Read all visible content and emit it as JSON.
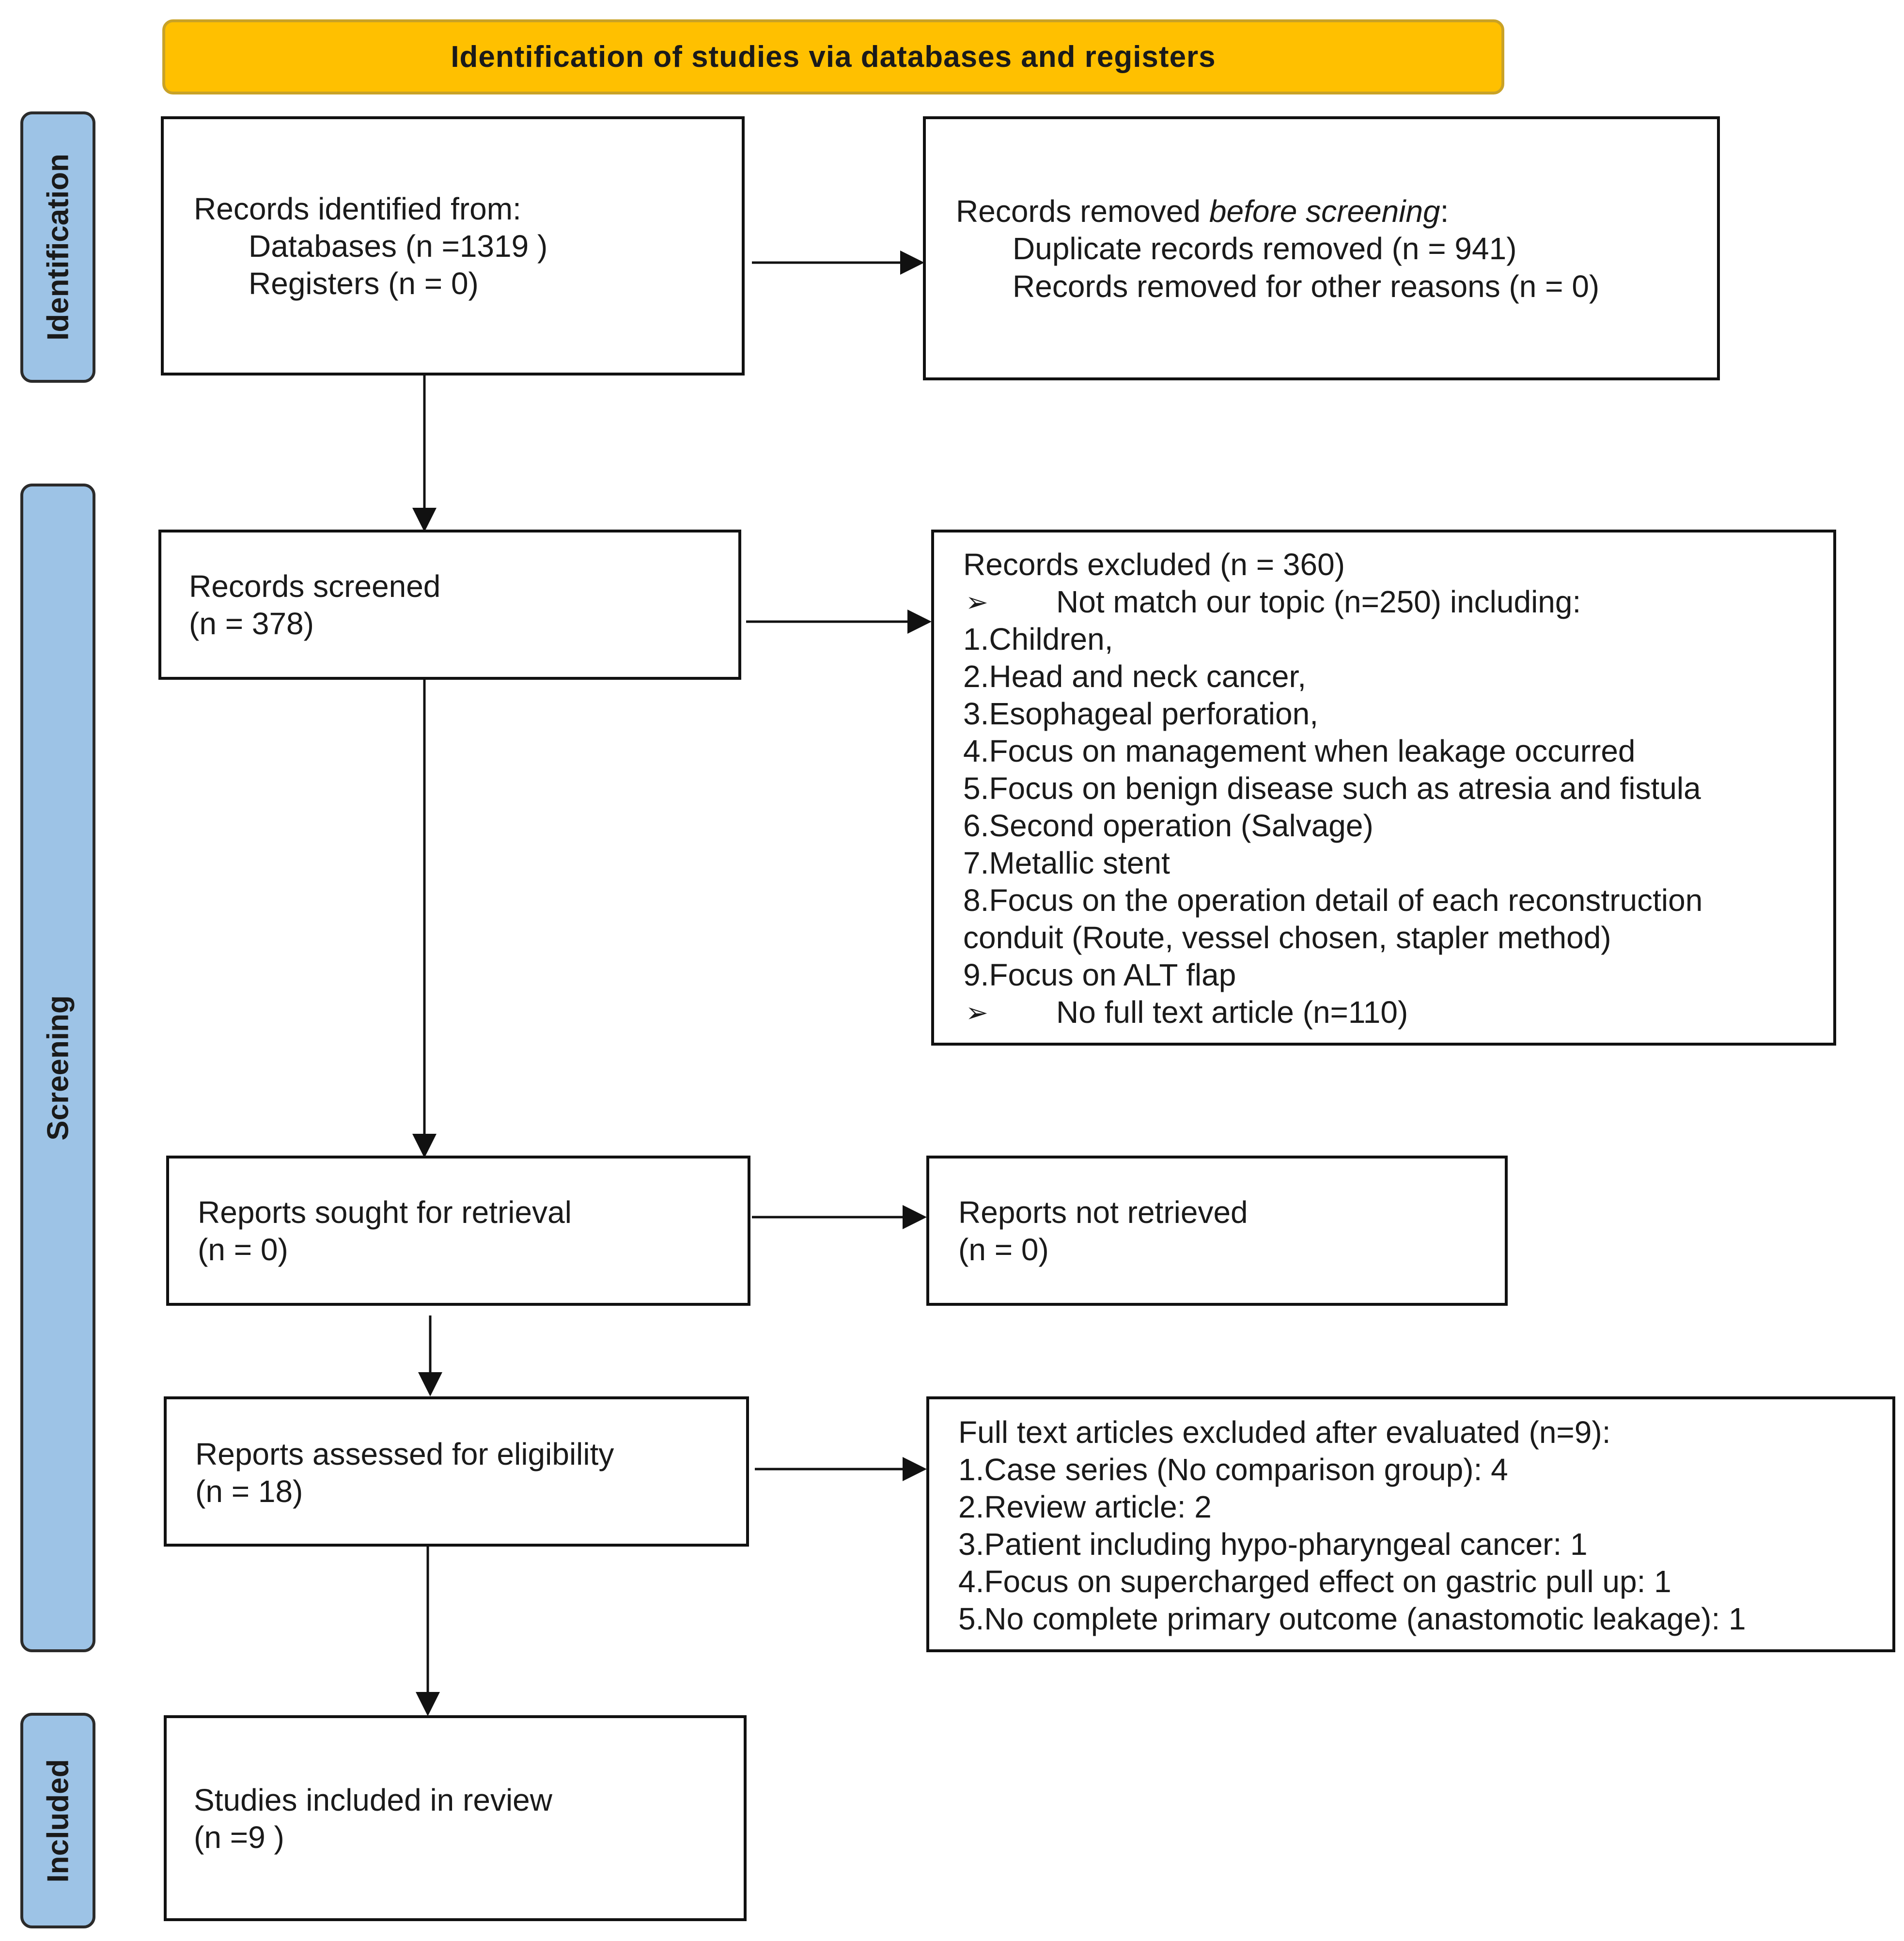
{
  "banner": {
    "title": "Identification of studies via databases and registers"
  },
  "phases": {
    "identification": "Identification",
    "screening": "Screening",
    "included": "Included"
  },
  "identified": {
    "heading": "Records identified from:",
    "databases": "Databases (n =1319 )",
    "registers": "Registers (n = 0)"
  },
  "removed": {
    "heading_pre": "Records removed ",
    "heading_em": "before screening",
    "heading_post": ":",
    "duplicates": "Duplicate records removed (n = 941)",
    "other": "Records removed for other reasons (n = 0)"
  },
  "screened": {
    "label": "Records screened",
    "count": "(n = 378)"
  },
  "excluded": {
    "heading": "Records excluded (n = 360)",
    "bullet_glyph": "➢",
    "topic": "Not match our topic (n=250) including:",
    "items": [
      "1.Children,",
      "2.Head and neck cancer,",
      "3.Esophageal perforation,",
      "4.Focus on management when leakage occurred",
      "5.Focus on benign disease such as atresia and fistula",
      "6.Second operation (Salvage)",
      "7.Metallic stent",
      "8.Focus on the operation detail of each reconstruction",
      "conduit (Route, vessel chosen, stapler method)",
      "9.Focus on ALT flap"
    ],
    "nofull": "No full text article (n=110)"
  },
  "sought": {
    "label": "Reports sought for retrieval",
    "count": "(n = 0)"
  },
  "not_retrieved": {
    "label": "Reports not retrieved",
    "count": "(n = 0)"
  },
  "assessed": {
    "label": "Reports assessed for eligibility",
    "count": "(n = 18)"
  },
  "fulltext_excluded": {
    "heading": "Full text articles excluded after evaluated (n=9):",
    "items": [
      "1.Case series (No comparison group): 4",
      "2.Review article:  2",
      "3.Patient including hypo-pharyngeal cancer: 1",
      "4.Focus on supercharged effect on gastric pull up: 1",
      "5.No complete primary outcome (anastomotic leakage): 1"
    ]
  },
  "included_box": {
    "label": "Studies included in review",
    "count": "(n =9 )"
  },
  "colors": {
    "banner_fill": "#FFC000",
    "phase_fill": "#9DC3E6",
    "line": "#111111"
  }
}
